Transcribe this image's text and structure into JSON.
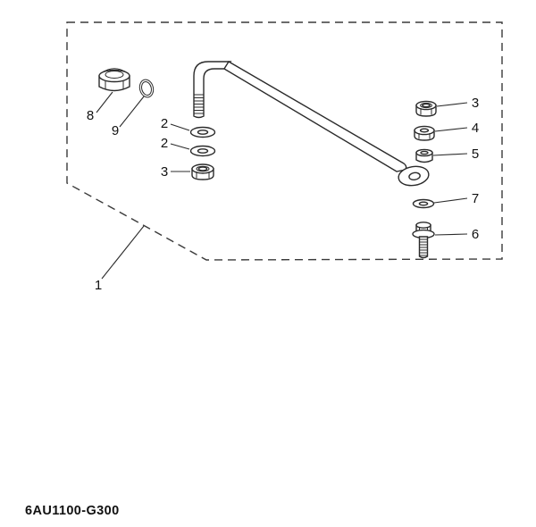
{
  "page": {
    "background": "#ffffff",
    "line_color": "#2b2b2b",
    "part_code": "6AU1100-G300"
  },
  "callouts": [
    {
      "part": "steering-guide-assembly-boundary",
      "label": "1"
    },
    {
      "part": "washer-upper-left",
      "label": "2"
    },
    {
      "part": "washer-lower-left",
      "label": "2"
    },
    {
      "part": "self-locking-nut-left",
      "label": "3"
    },
    {
      "part": "self-locking-nut-right",
      "label": "3"
    },
    {
      "part": "nut",
      "label": "4"
    },
    {
      "part": "collar-spacer",
      "label": "5"
    },
    {
      "part": "bolt",
      "label": "6"
    },
    {
      "part": "washer-right",
      "label": "7"
    },
    {
      "part": "cap-nut",
      "label": "8"
    },
    {
      "part": "o-ring",
      "label": "9"
    }
  ]
}
